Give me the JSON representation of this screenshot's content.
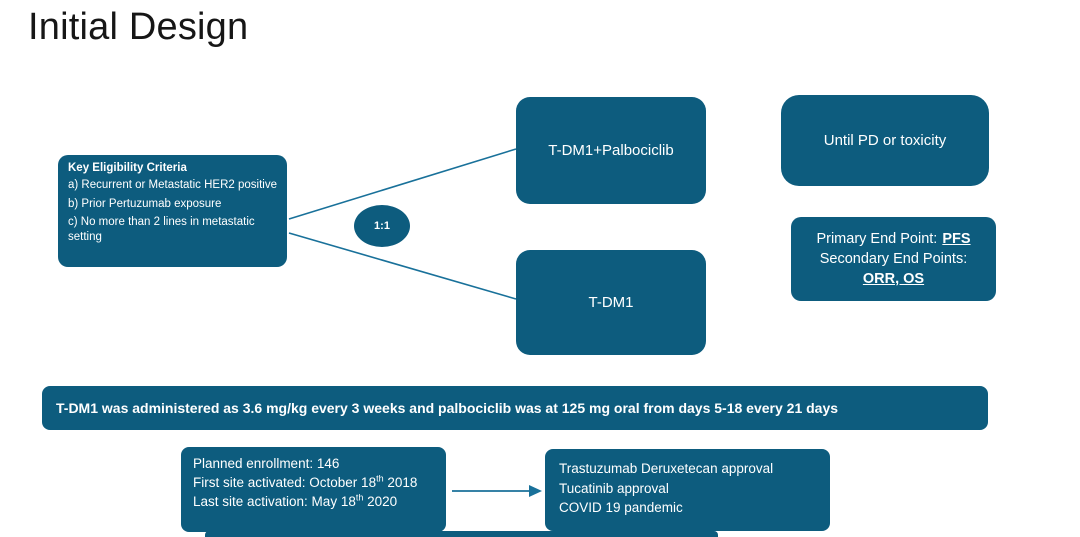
{
  "colors": {
    "box": "#0d5c7e",
    "connector": "#19719a",
    "title_text": "#161616",
    "box_text": "#ffffff"
  },
  "title": "Initial Design",
  "eligibility": {
    "heading": "Key Eligibility Criteria",
    "items": [
      "a) Recurrent or Metastatic HER2 positive",
      "b) Prior Pertuzumab exposure",
      "c) No more than 2 lines in metastatic setting"
    ]
  },
  "randomization_ratio": "1:1",
  "arms": {
    "top": "T-DM1+Palbociclib",
    "bottom": "T-DM1"
  },
  "duration": "Until PD or toxicity",
  "endpoints": {
    "primary_label": "Primary End Point:",
    "primary_value": "PFS",
    "secondary_label": "Secondary End Points:",
    "secondary_value": "ORR, OS"
  },
  "dosing": "T-DM1 was administered as 3.6 mg/kg every 3 weeks and palbociclib was at 125 mg oral from days 5-18 every 21 days",
  "enrollment": {
    "line1": "Planned enrollment: 146",
    "line2_text": "First site activated: October 18",
    "line2_sup": "th",
    "line2_tail": " 2018",
    "line3_text": "Last site activation: May 18",
    "line3_sup": "th",
    "line3_tail": " 2020"
  },
  "events": [
    "Trastuzumab Deruxetecan approval",
    "Tucatinib approval",
    "COVID 19 pandemic"
  ]
}
